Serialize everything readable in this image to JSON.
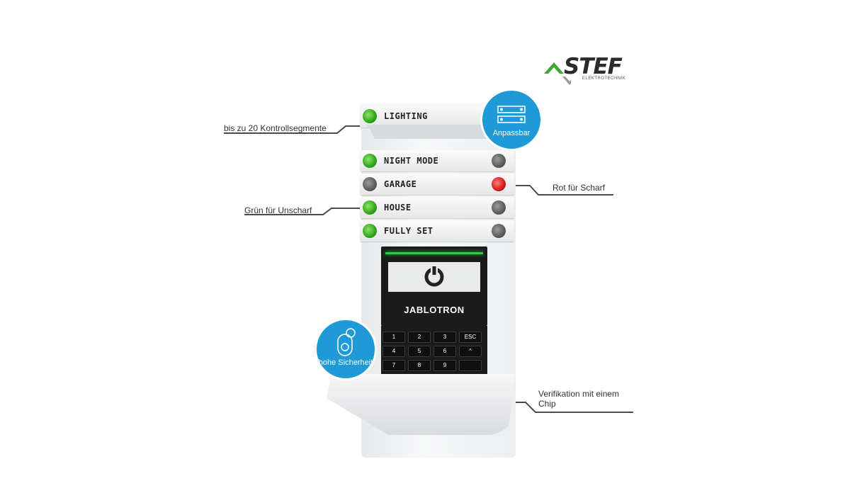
{
  "logo": {
    "text": "STEF",
    "subtext": "ELEKTROTECHNIK",
    "accent": "#3aa935",
    "gray": "#999999"
  },
  "segments": [
    {
      "label": "LIGHTING",
      "left_led": "green"
    },
    {
      "label": "NIGHT MODE",
      "left_led": "green",
      "right_led": "gray"
    },
    {
      "label": "GARAGE",
      "left_led": "gray",
      "right_led": "red"
    },
    {
      "label": "HOUSE",
      "left_led": "green",
      "right_led": "gray"
    },
    {
      "label": "FULLY SET",
      "left_led": "green",
      "right_led": "gray"
    }
  ],
  "device": {
    "brand": "JABLOTRON"
  },
  "keypad": [
    "1",
    "2",
    "3",
    "ESC",
    "4",
    "5",
    "6",
    "^",
    "7",
    "8",
    "9",
    ""
  ],
  "badges": {
    "customizable": {
      "label": "Anpassbar",
      "icon": "segments-icon"
    },
    "security": {
      "label": "hohe Sicherheit",
      "icon": "key-fob-icon"
    }
  },
  "callouts": {
    "segments": "bis zu 20 Kontrollsegmente",
    "green": "Grün für Unscharf",
    "red": "Rot für Scharf",
    "chip_line1": "Verifikation mit einem",
    "chip_line2": "Chip"
  },
  "colors": {
    "badge": "#1f9ad6",
    "led_green": "#2fa318",
    "led_red": "#d11a1a",
    "led_gray": "#555555"
  }
}
